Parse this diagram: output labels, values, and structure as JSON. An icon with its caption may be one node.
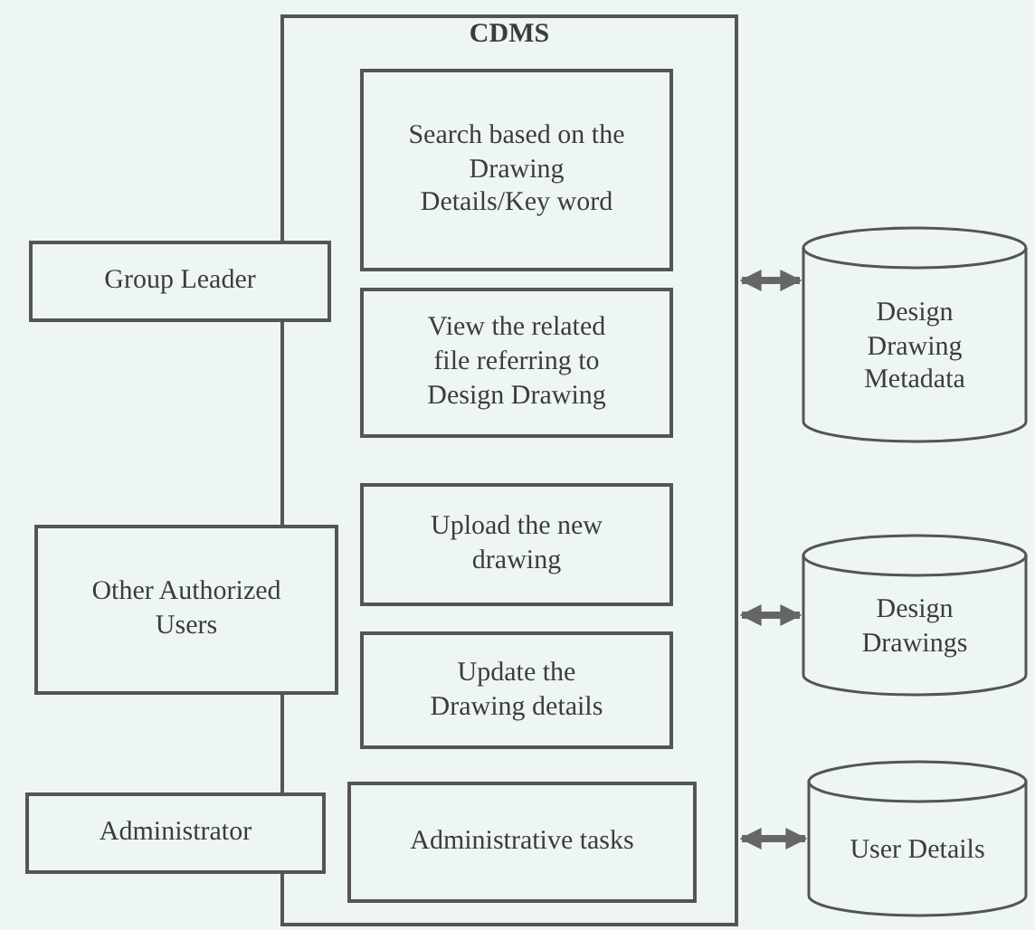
{
  "diagram": {
    "nodes": [
      {
        "text": [
          "CDMS"
        ]
      },
      {
        "text": [
          "Search based on the Drawing Details/Key word"
        ],
        "in": 0
      },
      {
        "text": [
          "View the related file referring to Design Drawing"
        ],
        "in": 0
      },
      {
        "text": [
          "Upload the new drawing"
        ],
        "in": 0
      },
      {
        "text": [
          "Update the Drawing details"
        ],
        "in": 0
      },
      {
        "text": [
          "Administrative tasks"
        ],
        "in": 0
      },
      {
        "text": [
          "Group Leader"
        ]
      },
      {
        "text": [
          "Other Authorized Users"
        ]
      },
      {
        "text": [
          "Administrator"
        ]
      },
      {
        "text": [
          "Design Drawing Metadata"
        ]
      },
      {
        "text": [
          "Design Drawings"
        ]
      },
      {
        "text": [
          "User Details"
        ]
      }
    ],
    "edges": [
      {
        "from": 0,
        "to": 9,
        "arrow": "both"
      },
      {
        "from": 0,
        "to": 10,
        "arrow": "both"
      },
      {
        "from": 0,
        "to": 11,
        "arrow": "both"
      }
    ]
  }
}
